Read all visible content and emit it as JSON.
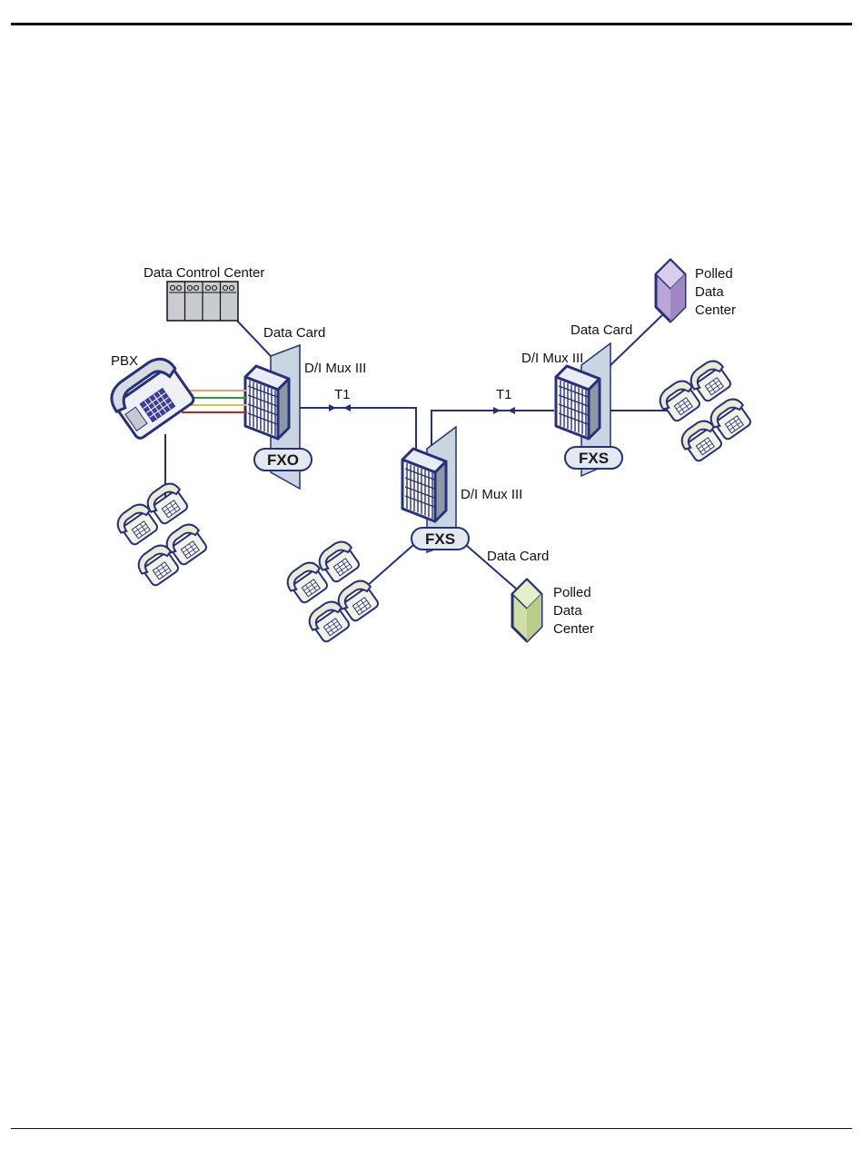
{
  "labels": {
    "data_control_center": "Data Control Center",
    "data_card_left": "Data Card",
    "data_card_center": "Data Card",
    "data_card_right": "Data Card",
    "dimux_left": "D/I Mux III",
    "dimux_center": "D/I Mux III",
    "dimux_right": "D/I Mux III",
    "pbx": "PBX",
    "t1_left": "T1",
    "t1_right": "T1",
    "fxo": "FXO",
    "fxs_center": "FXS",
    "fxs_right": "FXS",
    "polled_top": [
      "Polled",
      "Data",
      "Center"
    ],
    "polled_bottom": [
      "Polled",
      "Data",
      "Center"
    ]
  },
  "colors": {
    "line": "#27307a",
    "panel": "#c9d5e0",
    "badge_fill": "#e4e8ef",
    "polled_top": "#b9a6d4",
    "polled_bottom": "#cfe0a6",
    "pbx_lines": [
      "#e8a070",
      "#2a9a3a",
      "#d8c040",
      "#cc2020"
    ]
  }
}
